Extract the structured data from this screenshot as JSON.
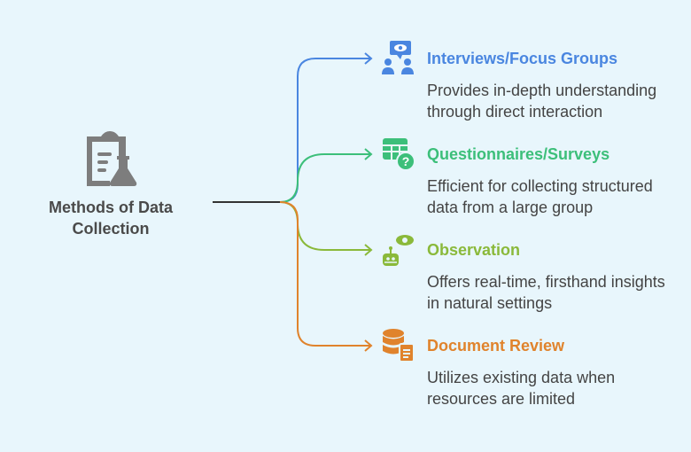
{
  "root": {
    "title": "Methods of Data Collection",
    "icon": "clipboard-flask-icon"
  },
  "items": [
    {
      "title": "Interviews/Focus Groups",
      "description": "Provides in-depth understanding through direct interaction",
      "color": "#4a86e0",
      "icon": "interview-icon"
    },
    {
      "title": "Questionnaires/Surveys",
      "description": "Efficient for collecting structured data from a large group",
      "color": "#3cbf7a",
      "icon": "survey-icon"
    },
    {
      "title": "Observation",
      "description": "Offers real-time, firsthand insights in natural settings",
      "color": "#8ab93a",
      "icon": "observation-icon"
    },
    {
      "title": "Document Review",
      "description": "Utilizes existing data when resources are limited",
      "color": "#e0832c",
      "icon": "database-document-icon"
    }
  ]
}
